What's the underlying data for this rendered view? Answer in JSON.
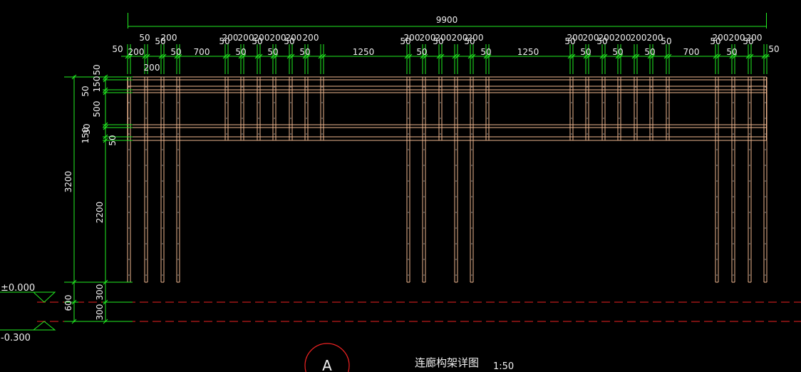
{
  "drawing": {
    "title": "连廊构架详图",
    "scale": "1:50",
    "section_marker": "A",
    "colors": {
      "background": "#000000",
      "structure": "#f0b890",
      "dimension": "#22ee22",
      "text": "#f0f0f0",
      "ground_line": "#ee2222",
      "level_marker": "#22ee22",
      "rebar_dots": "#9a9a9a"
    }
  },
  "levels": {
    "ground": "±0.000",
    "lower": "-0.300"
  },
  "dims_top": {
    "overall": "9900",
    "row1": [
      "50",
      "200",
      "200",
      "200",
      "200",
      "200",
      "200",
      "200",
      "200",
      "200",
      "200",
      "200",
      "200",
      "200",
      "200",
      "200",
      "200",
      "200",
      "200",
      "200",
      "200",
      "200"
    ],
    "row2": [
      "50",
      "200",
      "50",
      "50",
      "700",
      "50",
      "50",
      "50",
      "50",
      "50",
      "50",
      "1250",
      "50",
      "50",
      "50",
      "50",
      "50",
      "1250",
      "50",
      "50",
      "50",
      "50",
      "50",
      "50",
      "700",
      "50",
      "50",
      "50",
      "50"
    ],
    "row3": [
      "200"
    ]
  },
  "dims_left": {
    "total": "3200",
    "parts": [
      "50",
      "150",
      "500",
      "30",
      "50",
      "2200"
    ],
    "outer_small": [
      "50",
      "150"
    ],
    "below": [
      "600"
    ],
    "below_parts": [
      "300",
      "300"
    ]
  }
}
